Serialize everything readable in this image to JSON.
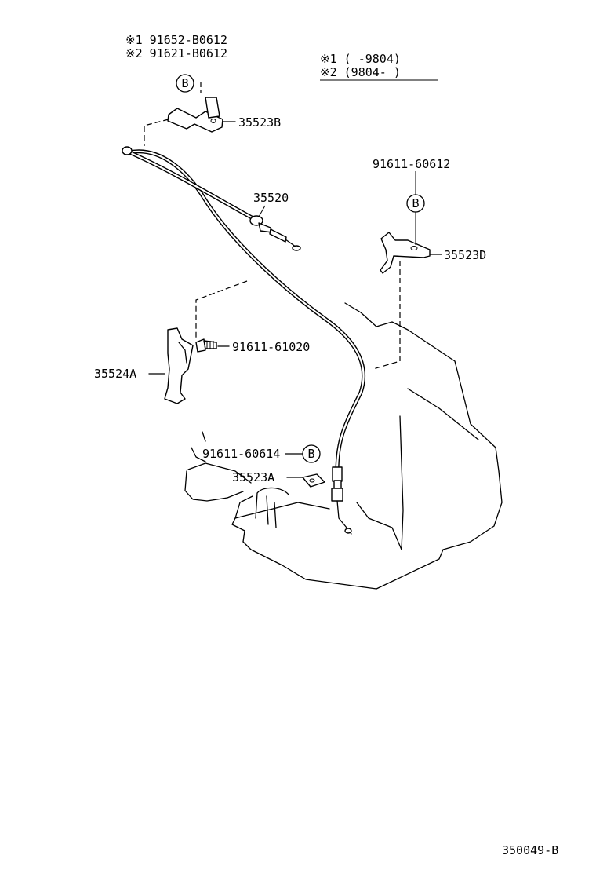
{
  "labels": {
    "note1_part": "※1 91652-B0612",
    "note2_part": "※2 91621-B0612",
    "bolt_top": "B",
    "bracket_35523B": "35523B",
    "legend1": "※1 (      -9804)",
    "legend2": "※2 (9804-      )",
    "cable_35520": "35520",
    "part_91611_60612": "91611-60612",
    "bolt_right": "B",
    "bracket_35523D": "35523D",
    "part_91611_61020": "91611-61020",
    "bracket_35524A": "35524A",
    "part_91611_60614": "91611-60614",
    "bolt_lower": "B",
    "bracket_35523A": "35523A",
    "diagram_code": "350049-B"
  }
}
